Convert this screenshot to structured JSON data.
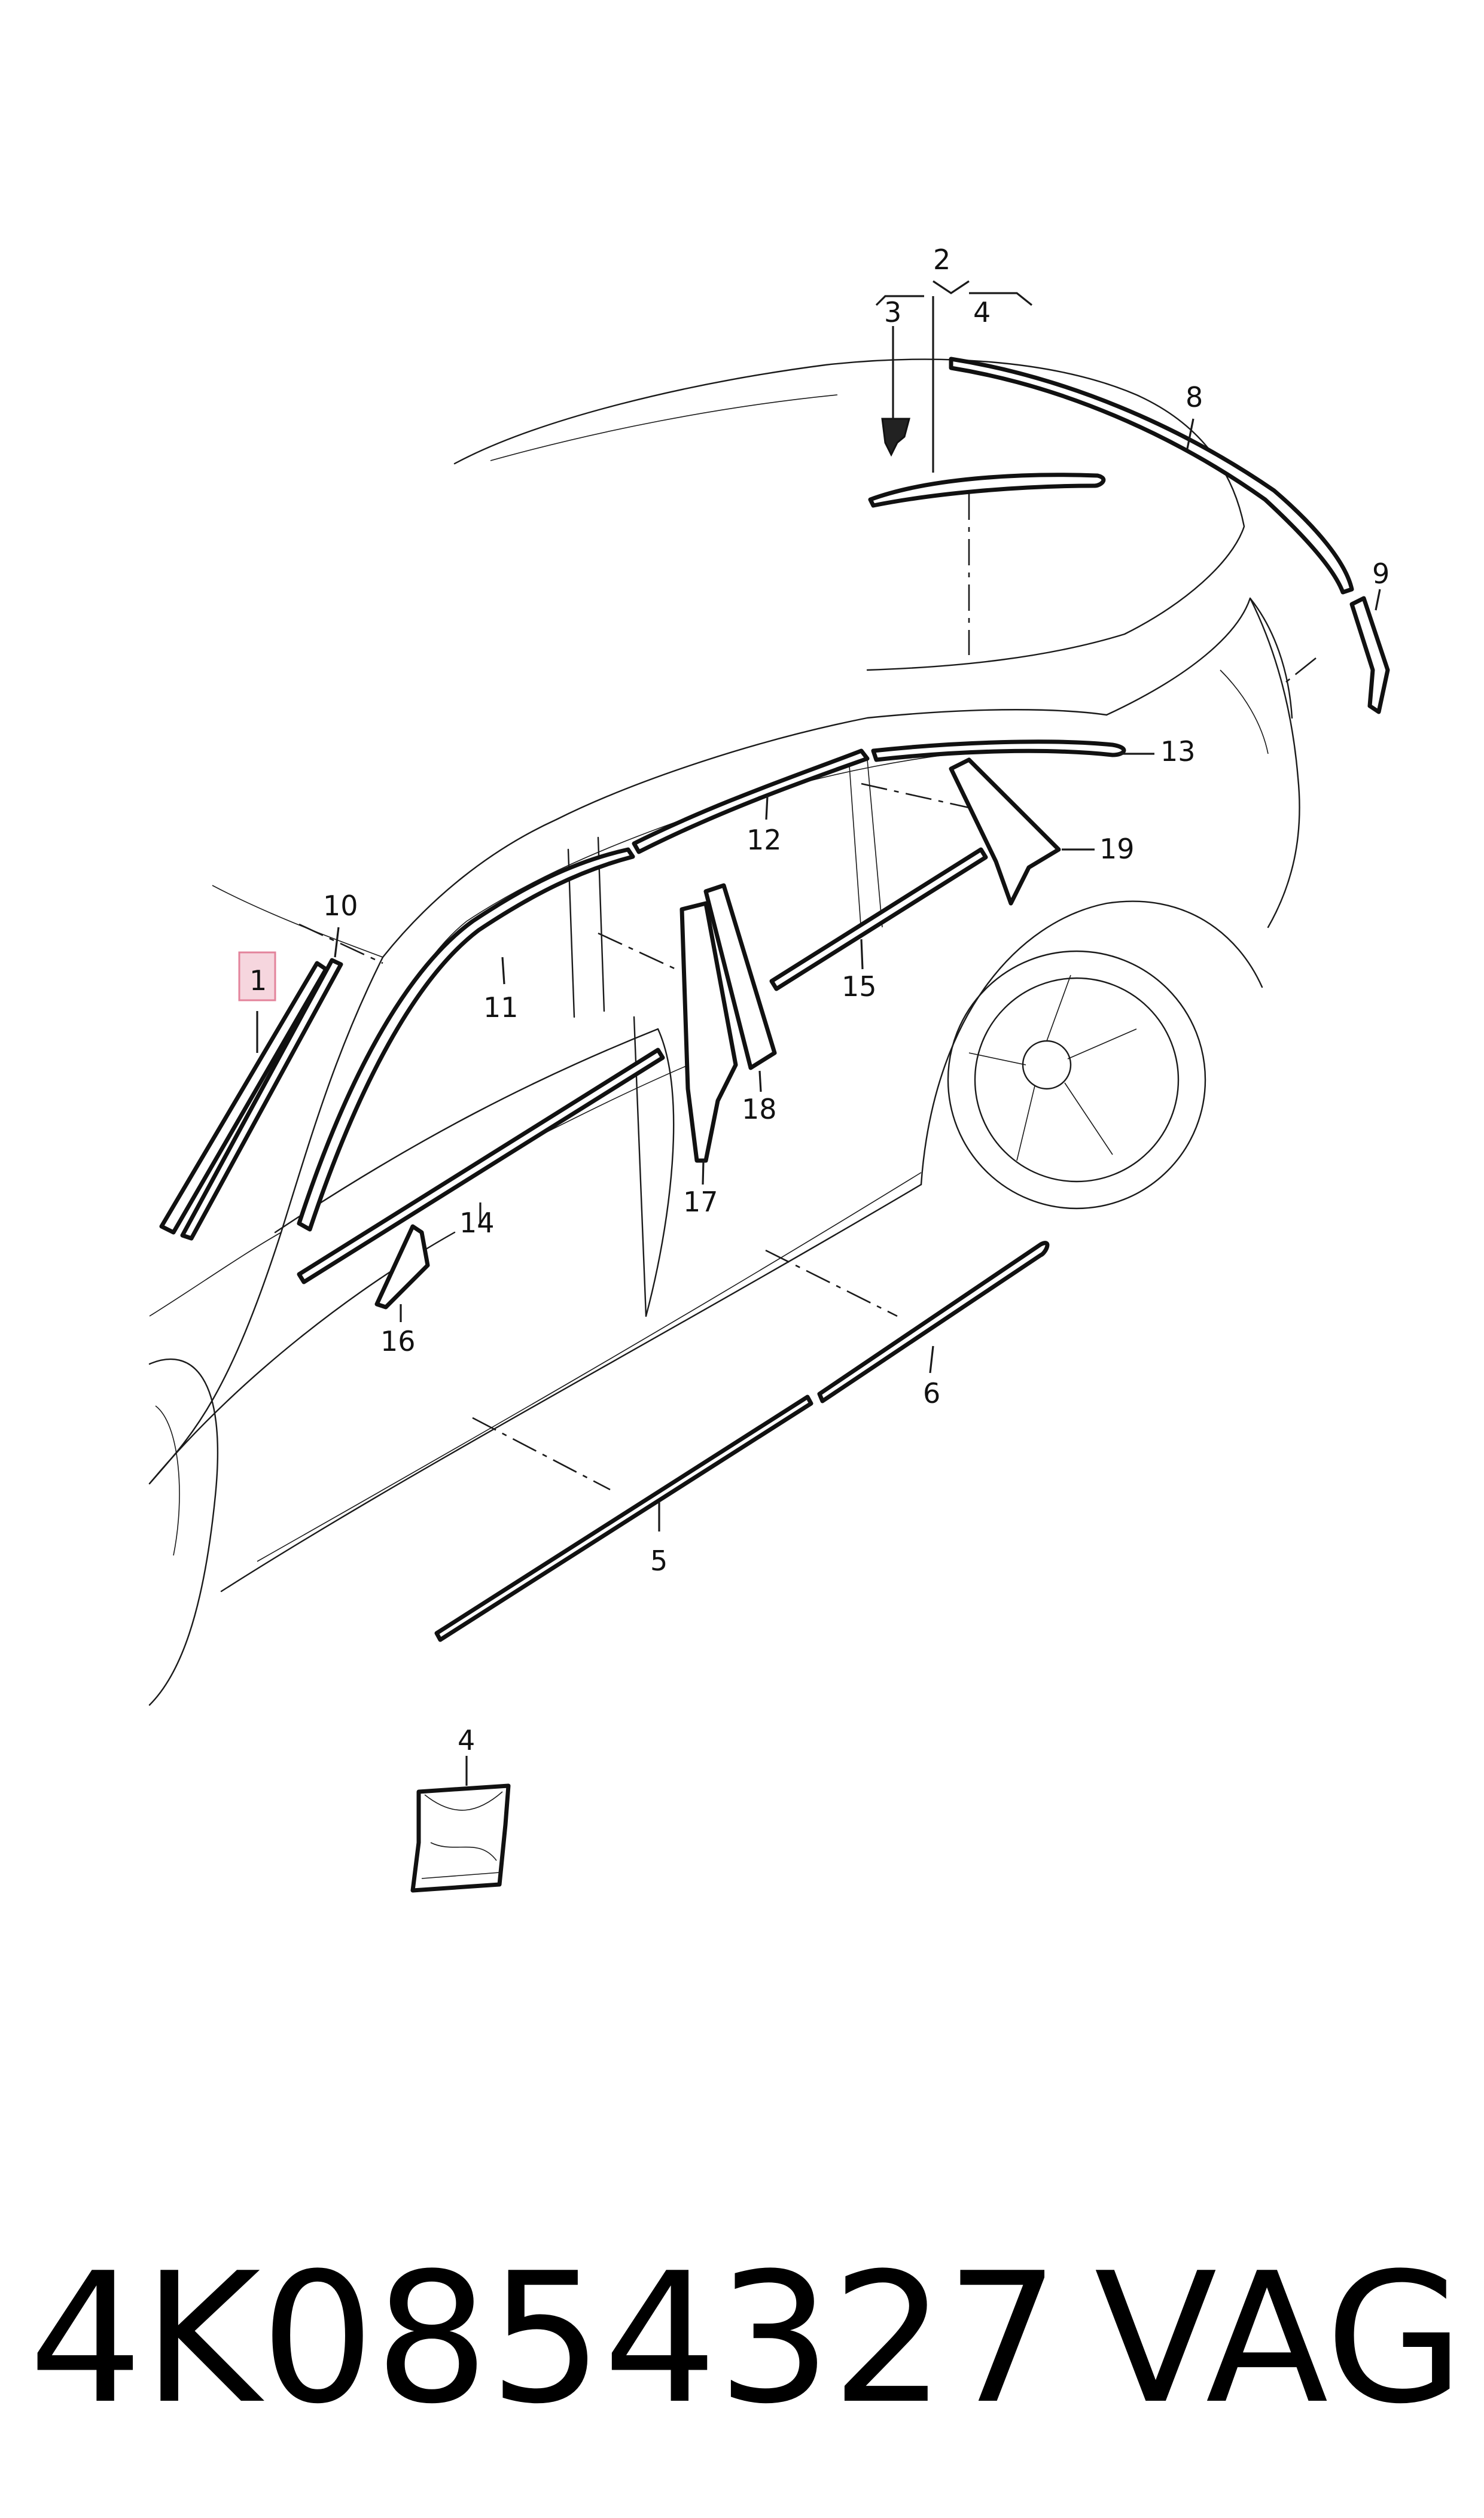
{
  "diagram": {
    "callouts": {
      "c1": "1",
      "c2": "2",
      "c3": "3",
      "c4_top": "4",
      "c4_bag": "4",
      "c5": "5",
      "c6": "6",
      "c8": "8",
      "c9": "9",
      "c10": "10",
      "c11": "11",
      "c12": "12",
      "c13": "13",
      "c14": "14",
      "c15": "15",
      "c16": "16",
      "c17": "17",
      "c18": "18",
      "c19": "19"
    },
    "highlighted_callout": "1",
    "highlight_color": "#f6d6de"
  },
  "footer": {
    "part_number": "4K0854327",
    "brand": "VAG"
  }
}
